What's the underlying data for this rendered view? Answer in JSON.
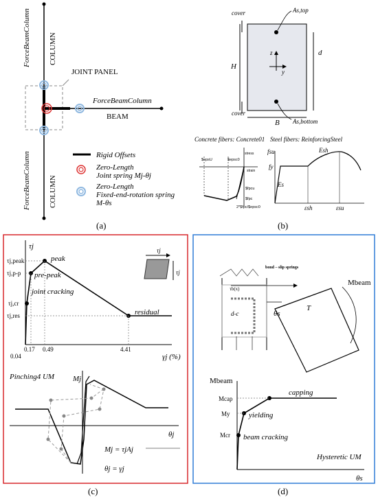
{
  "panel_a": {
    "column_label": "COLUMN",
    "force_beam_column": "ForceBeamColumn",
    "joint_panel": "JOINT PANEL",
    "beam_label": "BEAM",
    "legend": [
      {
        "line1": "Rigid Offsets",
        "line2": ""
      },
      {
        "line1": "Zero-Length",
        "line2": "Joint spring Mj-θj"
      },
      {
        "line1": "Zero-Length",
        "line2": "Fixed-end-rotation spring",
        "line3": "M-θs"
      }
    ],
    "caption": "(a)"
  },
  "panel_b": {
    "cover_top": "cover",
    "cover_bottom": "cover",
    "as_top": "As,top",
    "as_bottom": "As,bottom",
    "H": "H",
    "d": "d",
    "B": "B",
    "z": "z",
    "y": "y",
    "concrete_title": "Concrete fibers: Concrete01",
    "steel_title": "Steel fibers: ReinforcingSteel",
    "concrete_labels": [
      "$epsU",
      "$epsc0",
      "stress",
      "strain",
      "$fpcu",
      "$fpc",
      "2*$fpc/$epsc0"
    ],
    "steel_labels": [
      "Esh",
      "fsu",
      "fy",
      "Es",
      "εsh",
      "εsu"
    ],
    "caption": "(b)"
  },
  "panel_c": {
    "tau_axis": "τj",
    "gamma_axis": "γj (%)",
    "points": [
      {
        "label": "τj,peak",
        "name": "peak"
      },
      {
        "label": "τj,p-p",
        "name": "pre-peak"
      },
      {
        "label": "τj,cr",
        "name": "joint cracking"
      },
      {
        "label": "τj,res",
        "name": "residual"
      }
    ],
    "x_ticks": [
      "0.04",
      "0.17",
      "0.49",
      "4.41"
    ],
    "pinching_title": "Pinching4 UM",
    "m_axis": "Mj",
    "theta_axis": "θj",
    "eq1": "Mj = τjAj",
    "eq2": "θj = γj",
    "caption": "(c)"
  },
  "panel_d": {
    "bond_slip": "bond – slip springs",
    "theta_s": "θs",
    "m_beam": "Mbeam",
    "T": "T",
    "d_c": "d-c",
    "tau_label": "τb(x)",
    "m_axis": "Mbeam",
    "m_cap": "Mcap",
    "m_y": "My",
    "m_cr": "Mcr",
    "capping": "capping",
    "yielding": "yielding",
    "beam_cracking": "beam cracking",
    "model": "Hysteretic UM",
    "theta_axis": "θs",
    "caption": "(d)"
  },
  "colors": {
    "red_frame": "#d7262a",
    "blue_frame": "#2e7bd6",
    "spring_red": "#d33",
    "spring_blue": "#8fb8e0",
    "grey_dash": "#999999"
  }
}
